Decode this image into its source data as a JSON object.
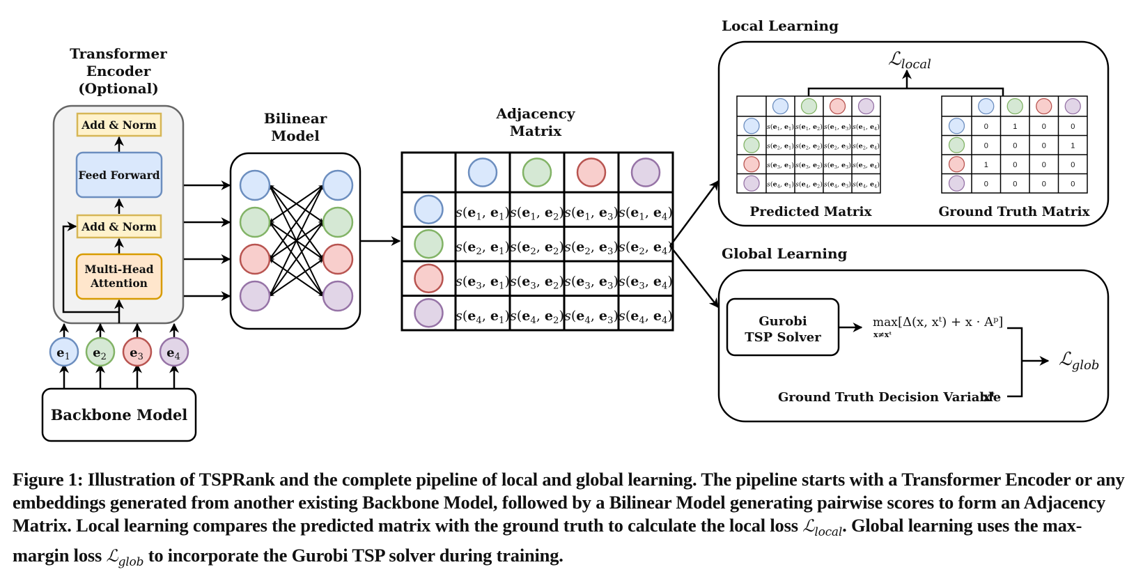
{
  "colors": {
    "blue": {
      "fill": "#dae8fc",
      "stroke": "#6c8ebf"
    },
    "green": {
      "fill": "#d5e8d4",
      "stroke": "#82b366"
    },
    "red": {
      "fill": "#f8cecc",
      "stroke": "#b85450"
    },
    "purple": {
      "fill": "#e1d5e7",
      "stroke": "#9673a6"
    },
    "encoder_bg": "#f2f2f2",
    "encoder_border": "#666666",
    "addnorm_fill": "#fff2cc",
    "addnorm_stroke": "#d6b656",
    "ff_fill": "#dae8fc",
    "ff_stroke": "#6c8ebf",
    "mha_fill": "#ffe6cc",
    "mha_stroke": "#d79b00"
  },
  "encoder": {
    "title_lines": [
      "Transformer",
      "Encoder",
      "(Optional)"
    ],
    "blocks": {
      "add_norm_top": "Add & Norm",
      "feed_forward": "Feed Forward",
      "add_norm_mid": "Add & Norm",
      "mha_line1": "Multi-Head",
      "mha_line2": "Attention"
    }
  },
  "embeddings": [
    {
      "base": "e",
      "sub": "1",
      "color": "blue"
    },
    {
      "base": "e",
      "sub": "2",
      "color": "green"
    },
    {
      "base": "e",
      "sub": "3",
      "color": "red"
    },
    {
      "base": "e",
      "sub": "4",
      "color": "purple"
    }
  ],
  "backbone": {
    "label": "Backbone Model"
  },
  "bilinear": {
    "title_lines": [
      "Bilinear",
      "Model"
    ]
  },
  "adjacency": {
    "title_lines": [
      "Adjacency",
      "Matrix"
    ],
    "cells": [
      [
        "s(e1, e1)",
        "s(e1, e2)",
        "s(e1, e3)",
        "s(e1, e4)"
      ],
      [
        "s(e2, e1)",
        "s(e2, e2)",
        "s(e2, e3)",
        "s(e2, e4)"
      ],
      [
        "s(e3, e1)",
        "s(e3, e2)",
        "s(e3, e3)",
        "s(e3, e4)"
      ],
      [
        "s(e4, e1)",
        "s(e4, e2)",
        "s(e4, e3)",
        "s(e4, e4)"
      ]
    ]
  },
  "local_learning": {
    "title": "Local Learning",
    "loss_base": "ℒ",
    "loss_sub": "local",
    "predicted_label": "Predicted Matrix",
    "ground_truth_label": "Ground Truth Matrix",
    "ground_truth": [
      [
        "0",
        "1",
        "0",
        "0"
      ],
      [
        "0",
        "0",
        "0",
        "1"
      ],
      [
        "1",
        "0",
        "0",
        "0"
      ],
      [
        "0",
        "0",
        "0",
        "0"
      ]
    ]
  },
  "global_learning": {
    "title": "Global Learning",
    "solver_line1": "Gurobi",
    "solver_line2": "TSP Solver",
    "formula_max": "max",
    "formula_under": "x≠xᵗ",
    "formula_body": "[Δ(x, xᵗ) + x · Aᵖ]",
    "gt_label": "Ground Truth Decision Variable",
    "gt_var": "xᵗ",
    "loss_base": "ℒ",
    "loss_sub": "glob"
  },
  "caption": {
    "part1": "Figure 1: Illustration of TSPRank and the complete pipeline of local and global learning. The pipeline starts with a Transformer Encoder or any embeddings generated from another existing Backbone Model, followed by a Bilinear Model generating pairwise scores to form an Adjacency Matrix. Local learning compares the predicted matrix with the ground truth to calculate the local loss ",
    "loss_local": "ℒlocal",
    "part2": ". Global learning uses the max-margin loss ",
    "loss_glob": "ℒglob",
    "part3": " to incorporate the Gurobi TSP solver during training."
  }
}
